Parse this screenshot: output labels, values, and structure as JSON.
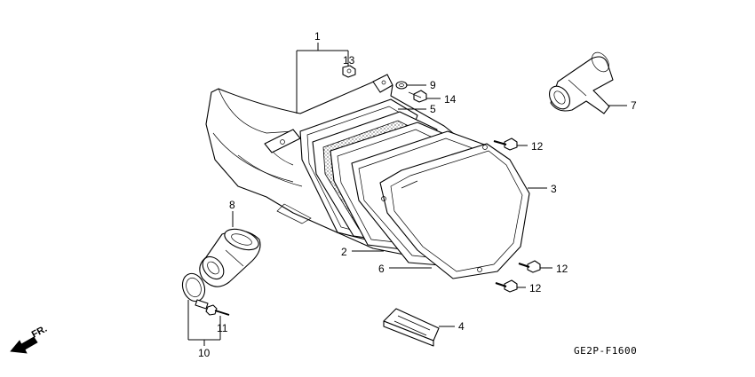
{
  "callouts": {
    "c1": "1",
    "c2": "2",
    "c3": "3",
    "c4": "4",
    "c5": "5",
    "c6": "6",
    "c7": "7",
    "c8": "8",
    "c9": "9",
    "c10": "10",
    "c11": "11",
    "c12a": "12",
    "c12b": "12",
    "c12c": "12",
    "c13": "13",
    "c14": "14"
  },
  "direction_label": "FR.",
  "diagram_code": "GE2P-F1600"
}
